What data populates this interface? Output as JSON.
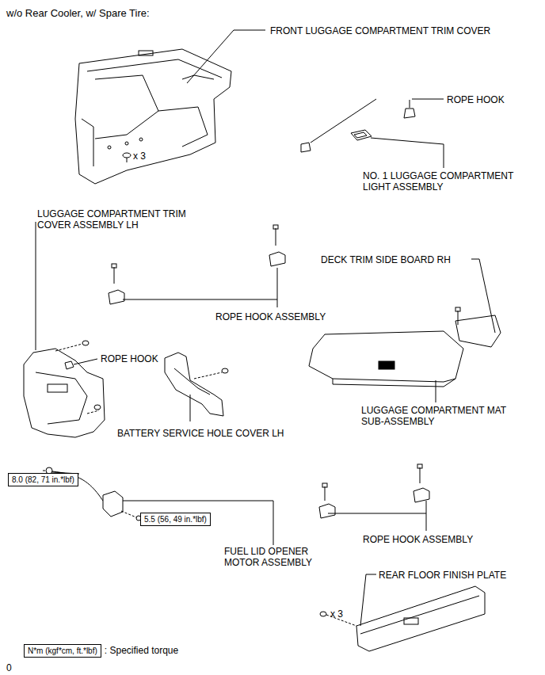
{
  "diagram": {
    "title": "w/o Rear Cooler, w/ Spare Tire:",
    "nodes": [
      {
        "text": [
          "8.0 (82, 71 in.*lbf)"
        ]
      },
      {
        "text": [
          "5.5 (56, 49 in.*lbf)"
        ]
      },
      {
        "text": [
          "N*m (kgf*cm, ft.*lbf)"
        ]
      }
    ],
    "labels": [
      "FRONT LUGGAGE COMPARTMENT TRIM COVER",
      "x 3",
      "ROPE HOOK",
      "NO. 1 LUGGAGE COMPARTMENT LIGHT ASSEMBLY",
      "LUGGAGE COMPARTMENT TRIM COVER ASSEMBLY LH",
      "ROPE HOOK ASSEMBLY",
      "DECK TRIM SIDE BOARD RH",
      "ROPE HOOK",
      "BATTERY SERVICE HOLE COVER LH",
      "LUGGAGE COMPARTMENT MAT SUB-ASSEMBLY",
      "FUEL LID OPENER MOTOR ASSEMBLY",
      "ROPE HOOK ASSEMBLY",
      "REAR FLOOR FINISH PLATE",
      "x 3",
      ": Specified torque",
      "0"
    ]
  }
}
